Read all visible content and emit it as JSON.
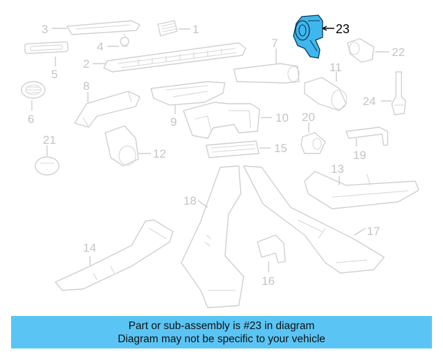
{
  "diagram": {
    "callouts": [
      "1",
      "2",
      "3",
      "4",
      "5",
      "6",
      "7",
      "8",
      "9",
      "10",
      "11",
      "12",
      "13",
      "14",
      "15",
      "16",
      "17",
      "18",
      "19",
      "20",
      "21",
      "22",
      "23",
      "24"
    ],
    "highlighted_part": "23",
    "colors": {
      "highlight": "#3fb7ee",
      "outline": "#0b3550",
      "muted": "#c4c4c4",
      "banner": "#5ac5f5"
    }
  },
  "banner": {
    "line1": "Part or sub-assembly is #23 in diagram",
    "line2": "Diagram may not be specific to your vehicle"
  }
}
